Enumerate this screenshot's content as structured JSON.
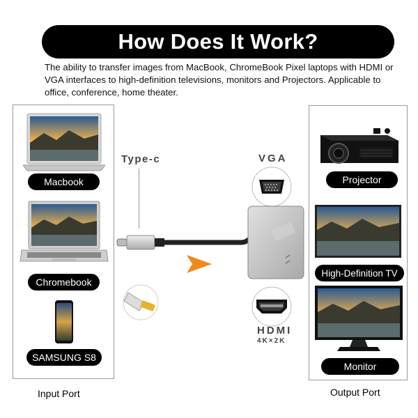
{
  "header": {
    "title": "How Does It Work?",
    "description": "The ability to transfer images from MacBook, ChromeBook Pixel laptops with HDMI or VGA interfaces to high-definition televisions, monitors and Projectors. Applicable to office, conference, home theater."
  },
  "input": {
    "port_label": "Input Port",
    "devices": [
      {
        "label": "Macbook",
        "icon": "laptop-icon"
      },
      {
        "label": "Chromebook",
        "icon": "laptop-icon"
      },
      {
        "label": "SAMSUNG S8",
        "icon": "phone-icon"
      }
    ]
  },
  "output": {
    "port_label": "Output Port",
    "devices": [
      {
        "label": "Projector",
        "icon": "projector-icon"
      },
      {
        "label": "High-Definition TV",
        "icon": "tv-icon"
      },
      {
        "label": "Monitor",
        "icon": "monitor-icon"
      }
    ]
  },
  "adapter": {
    "type_c_label": "Type-c",
    "vga_label": "VGA",
    "hdmi_label": "HDMI",
    "hdmi_resolution": "4K×2K"
  },
  "colors": {
    "arrow": "#f08a1e",
    "pill_bg": "#000000",
    "adapter_body": "#c9c9c9"
  }
}
